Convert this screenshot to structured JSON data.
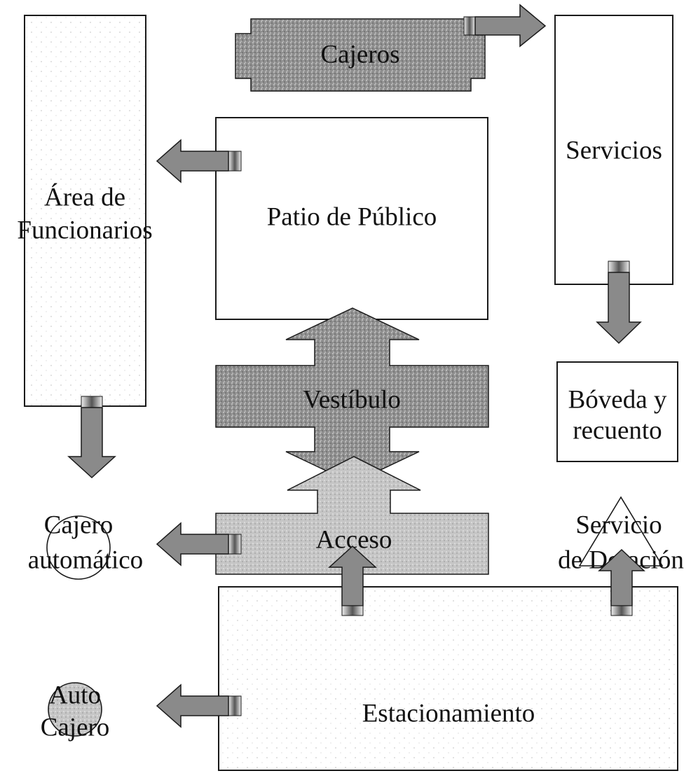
{
  "diagram": {
    "areas": {
      "funcionarios": {
        "lines": [
          "Área de",
          "Funcionarios"
        ]
      },
      "cajeros": {
        "label": "Cajeros"
      },
      "servicios": {
        "label": "Servicios"
      },
      "patio": {
        "label": "Patio de Público"
      },
      "vestibulo": {
        "label": "Vestíbulo"
      },
      "boveda": {
        "lines": [
          "Bóveda y",
          "recuento"
        ]
      },
      "acceso": {
        "label": "Acceso"
      },
      "cajero_automatico": {
        "lines": [
          "Cajero",
          "automático"
        ]
      },
      "servicio_dotacion": {
        "lines": [
          "Servicio",
          "de Dotación"
        ]
      },
      "estacionamiento": {
        "label": "Estacionamiento"
      },
      "auto_cajero": {
        "lines": [
          "Auto",
          "Cajero"
        ]
      }
    },
    "colors": {
      "dark_fill": "#8f8f8f",
      "arrow_fill": "#8a8a8a",
      "light_fill": "#c6c6c6",
      "outline": "#1a1a1a"
    }
  }
}
